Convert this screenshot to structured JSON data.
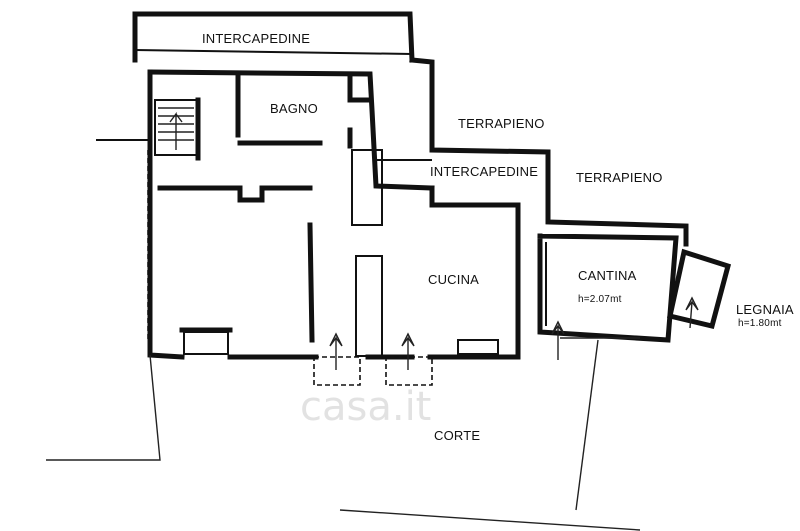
{
  "rooms": {
    "intercapedine_top": "INTERCAPEDINE",
    "bagno": "BAGNO",
    "terrapieno_1": "TERRAPIENO",
    "intercapedine_mid": "INTERCAPEDINE",
    "terrapieno_2": "TERRAPIENO",
    "cucina": "CUCINA",
    "cantina": "CANTINA",
    "cantina_height": "h=2.07mt",
    "legnaia": "LEGNAIA",
    "legnaia_height": "h=1.80mt",
    "corte": "CORTE"
  },
  "watermark": "casa.it",
  "colors": {
    "wall": "#111111",
    "background": "#ffffff",
    "watermark": "#969696"
  }
}
